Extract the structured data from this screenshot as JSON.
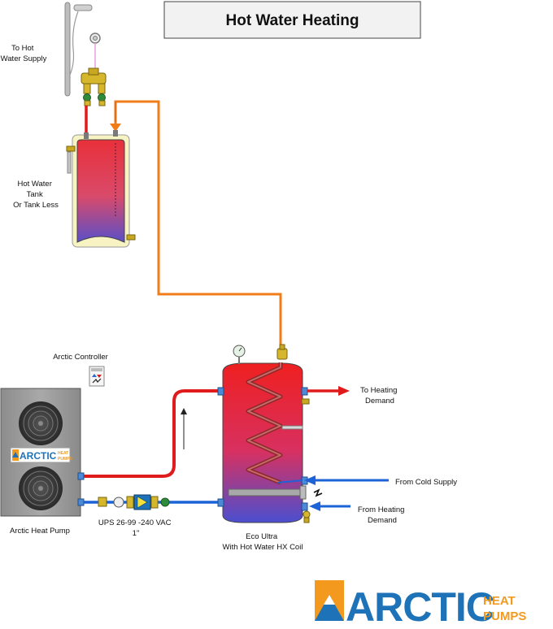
{
  "title": "Hot Water Heating",
  "labels": {
    "to_hot_water_supply": [
      "To Hot",
      "Water Supply"
    ],
    "hot_water_tank": [
      "Hot Water",
      "Tank",
      "Or Tank Less"
    ],
    "arctic_controller": "Arctic Controller",
    "arctic_heat_pump": "Arctic Heat Pump",
    "pump": [
      "UPS 26-99 -240 VAC",
      "1\""
    ],
    "eco_ultra": [
      "Eco Ultra",
      "With Hot Water HX Coil"
    ],
    "to_heating_demand": [
      "To Heating",
      "Demand"
    ],
    "from_cold_supply": "From Cold Supply",
    "from_heating_demand": [
      "From Heating",
      "Demand"
    ]
  },
  "logo": {
    "main": "ARCTIC",
    "heat": "HEAT",
    "pumps": "PUMPS"
  },
  "heat_pump_badge": {
    "main": "ARCTIC",
    "heat": "HEAT",
    "pumps": "PUMPS"
  },
  "colors": {
    "hot_pipe": "#e01b1b",
    "cold_pipe": "#1b63d6",
    "transfer_pipe": "#f07d1a",
    "brand_blue": "#1e73b8",
    "brand_orange": "#f39a1e"
  }
}
